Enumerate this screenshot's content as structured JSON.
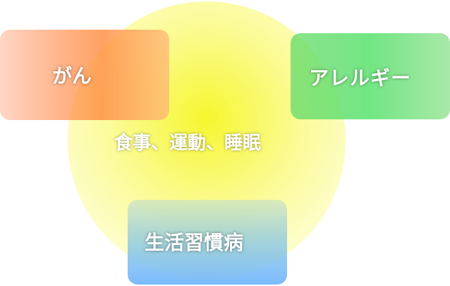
{
  "diagram": {
    "center_label": "食事、運動、睡眠",
    "boxes": {
      "cancer": "がん",
      "allergy": "アレルギー",
      "lifestyle": "生活習慣病"
    }
  },
  "colors": {
    "circle": "#f6f62e",
    "cancer_box": "#ff9146",
    "allergy_box": "#5ae16e",
    "lifestyle_box": "#6eb4ff",
    "text": "#ffffff"
  }
}
